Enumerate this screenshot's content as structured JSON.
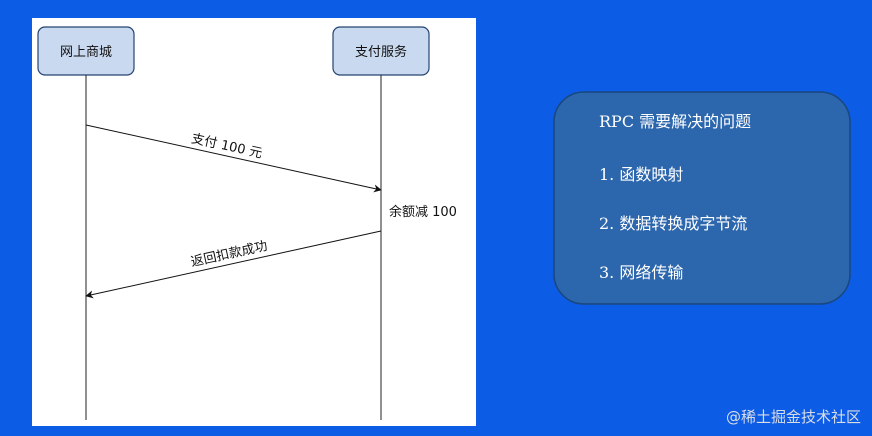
{
  "diagram": {
    "actors": [
      {
        "id": "mall",
        "label": "网上商城"
      },
      {
        "id": "pay",
        "label": "支付服务"
      }
    ],
    "messages": [
      {
        "from": "mall",
        "to": "pay",
        "label": "支付 100 元"
      },
      {
        "from": "pay",
        "to": "mall",
        "label": "返回扣款成功"
      }
    ],
    "note": "余额减 100"
  },
  "panel": {
    "title": "RPC 需要解决的问题",
    "items": [
      "1. 函数映射",
      "2. 数据转换成字节流",
      "3. 网络传输"
    ]
  },
  "watermark": "@稀土掘金技术社区",
  "colors": {
    "background": "#0d5ce6",
    "diagram_background": "#ffffff",
    "actor_fill": "#c9d9ef",
    "actor_stroke": "#24446f",
    "panel_fill": "#2c66ad",
    "panel_stroke": "#19477e"
  }
}
